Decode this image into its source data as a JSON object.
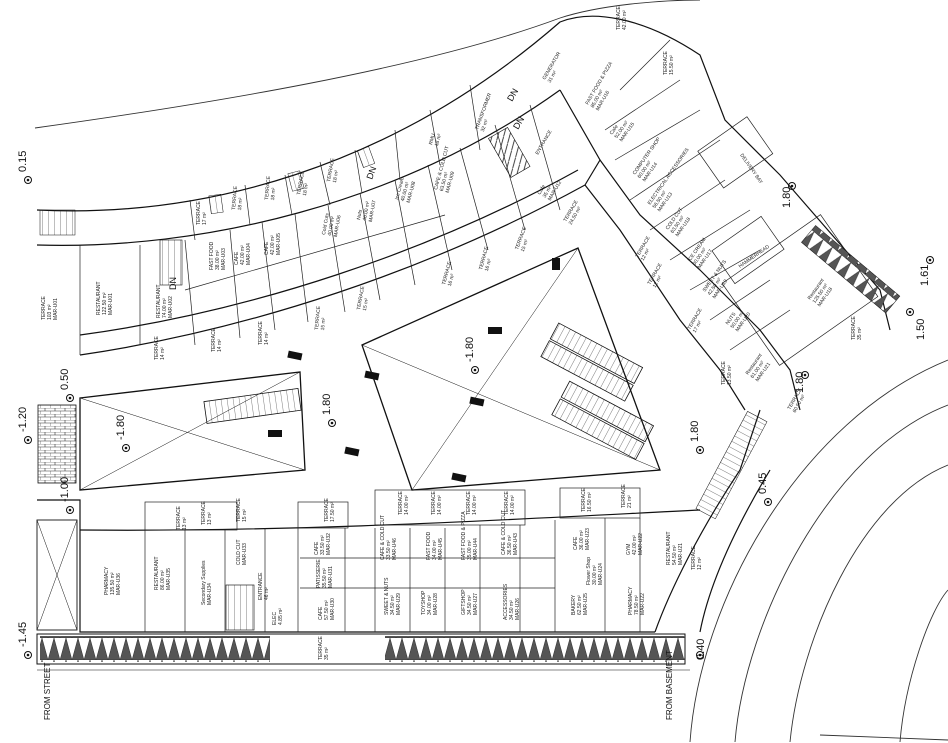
{
  "levels": {
    "top_015": "0.15",
    "left_050": "0.50",
    "left_120": "-1.20",
    "left_100": "-1.00",
    "left_145": "-1.45",
    "void_left": "-1.80",
    "void_center_a": "1.80",
    "void_center_b": "-1.80",
    "right_180_a": "1.80",
    "right_180_b": "1.80",
    "right_180_c": "1.80",
    "right_161": "1.61",
    "right_150": "1.50",
    "right_045": "0.45",
    "right_040": "0.40"
  },
  "edge_labels": {
    "street": "FROM STREET",
    "basement": "FROM BASEMENT"
  },
  "markers": {
    "dn": "DN",
    "entrance": "ENTRANCE",
    "delivery_bay": "DELIVERY BAY",
    "hammerhead": "HAMMERHEAD"
  },
  "units": [
    {
      "id": "u1",
      "name": "TERRACE",
      "area": "103 m²",
      "code": "MAR-U01"
    },
    {
      "id": "u2",
      "name": "RESTAURANT",
      "area": "122.50 m²",
      "code": "MAR-U01"
    },
    {
      "id": "u3",
      "name": "RESTAURANT",
      "area": "74.00 m²",
      "code": "MAR-U02"
    },
    {
      "id": "u4",
      "name": "FAST FOOD",
      "area": "38.00 m²",
      "code": "MAR-U03"
    },
    {
      "id": "u5",
      "name": "CAFE",
      "area": "42.00 m²",
      "code": "MAR-U04"
    },
    {
      "id": "u6",
      "name": "CAFE",
      "area": "42.00 m²",
      "code": "MAR-U05"
    },
    {
      "id": "u7",
      "name": "Cold Cuts",
      "area": "40.00 m²",
      "code": "MAR-U06"
    },
    {
      "id": "u8",
      "name": "Nuts",
      "area": "40.00 m²",
      "code": "MAR-U07"
    },
    {
      "id": "u9",
      "name": "Ice Cream",
      "area": "40.00 m²",
      "code": "MAR-U08"
    },
    {
      "id": "u10",
      "name": "CAFE & COLD CUT",
      "area": "63.50 m²",
      "code": "MAR-U09"
    },
    {
      "id": "u11",
      "name": "Cafe",
      "area": "35 m²",
      "code": "MAR-U12"
    },
    {
      "id": "u12",
      "name": "FAST FOOD & PIZZA",
      "area": "85.00 m²",
      "code": "MAR-U16"
    },
    {
      "id": "u13",
      "name": "Cafe",
      "area": "52.00 m²",
      "code": "MAR-U15"
    },
    {
      "id": "u14",
      "name": "COMPUTER SHOP",
      "area": "60.00 m²",
      "code": "MAR-U14"
    },
    {
      "id": "u15",
      "name": "ELECTRICAL ACCESSORIES",
      "area": "56.50 m²",
      "code": "MAR-U13"
    },
    {
      "id": "u16",
      "name": "COLD CUT",
      "area": "63.50 m²",
      "code": "MAR-U18"
    },
    {
      "id": "u17",
      "name": "ICE CREAM",
      "area": "60.00 m²",
      "code": "MAR-U17"
    },
    {
      "id": "u18",
      "name": "SWEET & NUTS",
      "area": "42.50 m²",
      "code": "MAR-U19"
    },
    {
      "id": "u19",
      "name": "NUTS",
      "area": "50.00 m²",
      "code": "MAR-U20"
    },
    {
      "id": "u20",
      "name": "Restaurant",
      "area": "61.00 m²",
      "code": "MAR-U21"
    },
    {
      "id": "u21",
      "name": "Restaurant",
      "area": "125.50 m²",
      "code": "MAR-U18"
    },
    {
      "id": "u22",
      "name": "PHARMACY",
      "area": "135.50 m²",
      "code": "MAR-U36"
    },
    {
      "id": "u23",
      "name": "RESTAURANT",
      "area": "86.00 m²",
      "code": "MAR-U35"
    },
    {
      "id": "u24",
      "name": "Secondary Supplies",
      "area": "",
      "code": "MAR-U34"
    },
    {
      "id": "u25",
      "name": "COLD CUT",
      "area": "",
      "code": "MAR-U33"
    },
    {
      "id": "u26",
      "name": "CAFE",
      "area": "33.50 m²",
      "code": "MAR-U32"
    },
    {
      "id": "u27",
      "name": "PATISSERIE",
      "area": "35.50 m²",
      "code": "MAR-U31"
    },
    {
      "id": "u28",
      "name": "CAFE",
      "area": "57.50 m²",
      "code": "MAR-U30"
    },
    {
      "id": "u29",
      "name": "CAFE & COLD CUT",
      "area": "33.50 m²",
      "code": "MAR-U46"
    },
    {
      "id": "u30",
      "name": "FAST FOOD",
      "area": "34.00 m²",
      "code": "MAR-U45"
    },
    {
      "id": "u31",
      "name": "FAST FOOD & PIZZA",
      "area": "35.00 m²",
      "code": "MAR-U44"
    },
    {
      "id": "u32",
      "name": "CAFE & COLD CUT",
      "area": "36.50 m²",
      "code": "MAR-U43"
    },
    {
      "id": "u33",
      "name": "SWEET & NUTS",
      "area": "34.50 m²",
      "code": "MAR-U29"
    },
    {
      "id": "u34",
      "name": "TOYSHOP",
      "area": "34.00 m²",
      "code": "MAR-U28"
    },
    {
      "id": "u35",
      "name": "GIFTSHOP",
      "area": "34.50 m²",
      "code": "MAR-U27"
    },
    {
      "id": "u36",
      "name": "ACCESSORIES",
      "area": "34.50 m²",
      "code": "MAR-U26"
    },
    {
      "id": "u37",
      "name": "BAKERY",
      "area": "62.50 m²",
      "code": "MAR-U25"
    },
    {
      "id": "u38",
      "name": "CAFE",
      "area": "36.00 m²",
      "code": "MAR-U23"
    },
    {
      "id": "u39",
      "name": "Flower Shop",
      "area": "30.00 m²",
      "code": "MAR-U24"
    },
    {
      "id": "u40",
      "name": "GYM",
      "area": "42.00 m²",
      "code": "MAR-U22"
    },
    {
      "id": "u41",
      "name": "RESTAURANT",
      "area": "54.50 m²",
      "code": "MAR-U21"
    },
    {
      "id": "u42",
      "name": "PHARMACY",
      "area": "78.50 m²",
      "code": "MAR-U22"
    },
    {
      "id": "u43",
      "name": "ENTRANCE",
      "area": "46 m²",
      "code": ""
    },
    {
      "id": "u44",
      "name": "ELEC",
      "area": "4.85 m²",
      "code": ""
    },
    {
      "id": "u45",
      "name": "TERRACE",
      "area": "35 m²",
      "code": ""
    },
    {
      "id": "u46",
      "name": "TRANSFORMER",
      "area": "32 m²",
      "code": ""
    },
    {
      "id": "u47",
      "name": "GENERATOR",
      "area": "31 m²",
      "code": ""
    },
    {
      "id": "u48",
      "name": "RMU",
      "area": "18 m²",
      "code": ""
    },
    {
      "id": "u49",
      "name": "TERRACE",
      "area": "42.00 m²",
      "code": ""
    },
    {
      "id": "u50",
      "name": "TERRACE",
      "area": "15.50 m²",
      "code": ""
    },
    {
      "id": "u51",
      "name": "TERRACE",
      "area": "24.50 m²",
      "code": ""
    },
    {
      "id": "u52",
      "name": "TERRACE",
      "area": "35 m²",
      "code": ""
    },
    {
      "id": "u53",
      "name": "TERRACE",
      "area": "60.50 m²",
      "code": ""
    },
    {
      "id": "u54",
      "name": "TERRACE",
      "area": "13.50 m²",
      "code": ""
    }
  ],
  "terraces": [
    {
      "id": "t1",
      "name": "TERRACE",
      "area": "17 m²"
    },
    {
      "id": "t2",
      "name": "TERRACE",
      "area": "18 m²"
    },
    {
      "id": "t3",
      "name": "TERRACE",
      "area": "18 m²"
    },
    {
      "id": "t4",
      "name": "TERRACE",
      "area": "18 m²"
    },
    {
      "id": "t5",
      "name": "TERRACE",
      "area": "18 m²"
    },
    {
      "id": "t6",
      "name": "TERRACE",
      "area": "14 m²"
    },
    {
      "id": "t7",
      "name": "TERRACE",
      "area": "14 m²"
    },
    {
      "id": "t8",
      "name": "TERRACE",
      "area": "14 m²"
    },
    {
      "id": "t9",
      "name": "TERRACE",
      "area": "15 m²"
    },
    {
      "id": "t10",
      "name": "TERRACE",
      "area": "15 m²"
    },
    {
      "id": "t11",
      "name": "TERRACE",
      "area": "16 m²"
    },
    {
      "id": "t12",
      "name": "TERRACE",
      "area": "16 m²"
    },
    {
      "id": "t13",
      "name": "TERRACE",
      "area": "15 m²"
    },
    {
      "id": "t14",
      "name": "TERRACE",
      "area": "12 m²"
    },
    {
      "id": "t15",
      "name": "TERRACE",
      "area": "12 m²"
    },
    {
      "id": "t16",
      "name": "TERRACE",
      "area": "17 m²"
    },
    {
      "id": "t17",
      "name": "TERRACE",
      "area": "13 m²"
    },
    {
      "id": "t18",
      "name": "TERRACE",
      "area": "13 m²"
    },
    {
      "id": "t19",
      "name": "TERRACE",
      "area": "15 m²"
    },
    {
      "id": "t20",
      "name": "TERRACE",
      "area": "17.50 m²"
    },
    {
      "id": "t21",
      "name": "TERRACE",
      "area": "14.00 m²"
    },
    {
      "id": "t22",
      "name": "TERRACE",
      "area": "14.00 m²"
    },
    {
      "id": "t23",
      "name": "TERRACE",
      "area": "14.00 m²"
    },
    {
      "id": "t24",
      "name": "TERRACE",
      "area": "14.00 m²"
    },
    {
      "id": "t25",
      "name": "TERRACE",
      "area": "16.50 m²"
    },
    {
      "id": "t26",
      "name": "TERRACE",
      "area": "21 m²"
    },
    {
      "id": "t27",
      "name": "TERRACE",
      "area": "12 m²"
    }
  ]
}
